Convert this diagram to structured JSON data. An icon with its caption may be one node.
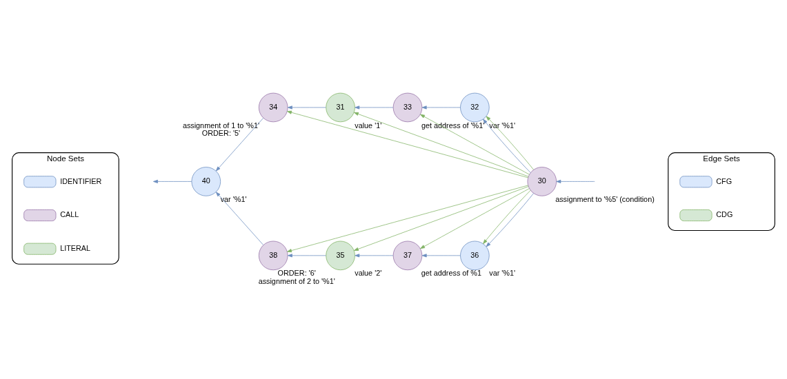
{
  "diagram": {
    "nodes": [
      {
        "text": [
          "40"
        ],
        "beside": [
          "var '%1'"
        ]
      },
      {
        "text": [
          "34"
        ],
        "beside": [
          "assignment of 1 to '%1'",
          "ORDER: '5'"
        ]
      },
      {
        "text": [
          "31"
        ],
        "beside": [
          "value '1'"
        ]
      },
      {
        "text": [
          "33"
        ],
        "beside": [
          "get address of '%1'"
        ]
      },
      {
        "text": [
          "32"
        ],
        "beside": [
          "var '%1'"
        ]
      },
      {
        "text": [
          "30"
        ],
        "beside": [
          "assignment to '%5' (condition)"
        ]
      },
      {
        "text": [
          "38"
        ],
        "beside": [
          "ORDER: '6'",
          "assignment of 2 to '%1'"
        ]
      },
      {
        "text": [
          "35"
        ],
        "beside": [
          "value '2'"
        ]
      },
      {
        "text": [
          "37"
        ],
        "beside": [
          "get address of %1"
        ]
      },
      {
        "text": [
          "36"
        ],
        "beside": [
          "var '%1'"
        ]
      },
      {
        "text": [
          "Node Sets"
        ]
      },
      {
        "text": [
          "Edge Sets"
        ]
      }
    ],
    "edges": [
      {
        "from": null,
        "to": 5,
        "arrow": "to"
      },
      {
        "from": 5,
        "to": 4,
        "arrow": "to"
      },
      {
        "from": 4,
        "to": 3,
        "arrow": "to"
      },
      {
        "from": 3,
        "to": 2,
        "arrow": "to"
      },
      {
        "from": 2,
        "to": 1,
        "arrow": "to"
      },
      {
        "from": 1,
        "to": 0,
        "arrow": "to"
      },
      {
        "from": 5,
        "to": 9,
        "arrow": "to"
      },
      {
        "from": 9,
        "to": 8,
        "arrow": "to"
      },
      {
        "from": 8,
        "to": 7,
        "arrow": "to"
      },
      {
        "from": 7,
        "to": 6,
        "arrow": "to"
      },
      {
        "from": 6,
        "to": 0,
        "arrow": "to"
      },
      {
        "from": 0,
        "to": null,
        "arrow": "to"
      },
      {
        "from": 5,
        "to": 4,
        "arrow": "to",
        "color": "#82b366"
      },
      {
        "from": 5,
        "to": 3,
        "arrow": "to",
        "color": "#82b366"
      },
      {
        "from": 5,
        "to": 2,
        "arrow": "to",
        "color": "#82b366"
      },
      {
        "from": 5,
        "to": 1,
        "arrow": "to",
        "color": "#82b366"
      },
      {
        "from": 5,
        "to": 9,
        "arrow": "to",
        "color": "#82b366"
      },
      {
        "from": 5,
        "to": 8,
        "arrow": "to",
        "color": "#82b366"
      },
      {
        "from": 5,
        "to": 7,
        "arrow": "to",
        "color": "#82b366"
      },
      {
        "from": 5,
        "to": 6,
        "arrow": "to",
        "color": "#82b366"
      }
    ],
    "legend": [
      {
        "text": "IDENTIFIER",
        "color": "#dae8fc"
      },
      {
        "text": "CALL",
        "color": "#e1d5e7"
      },
      {
        "text": "LITERAL",
        "color": "#d5e8d4"
      },
      {
        "text": "CFG",
        "color": "#dae8fc"
      },
      {
        "text": "CDG",
        "color": "#d5e8d4"
      }
    ]
  }
}
